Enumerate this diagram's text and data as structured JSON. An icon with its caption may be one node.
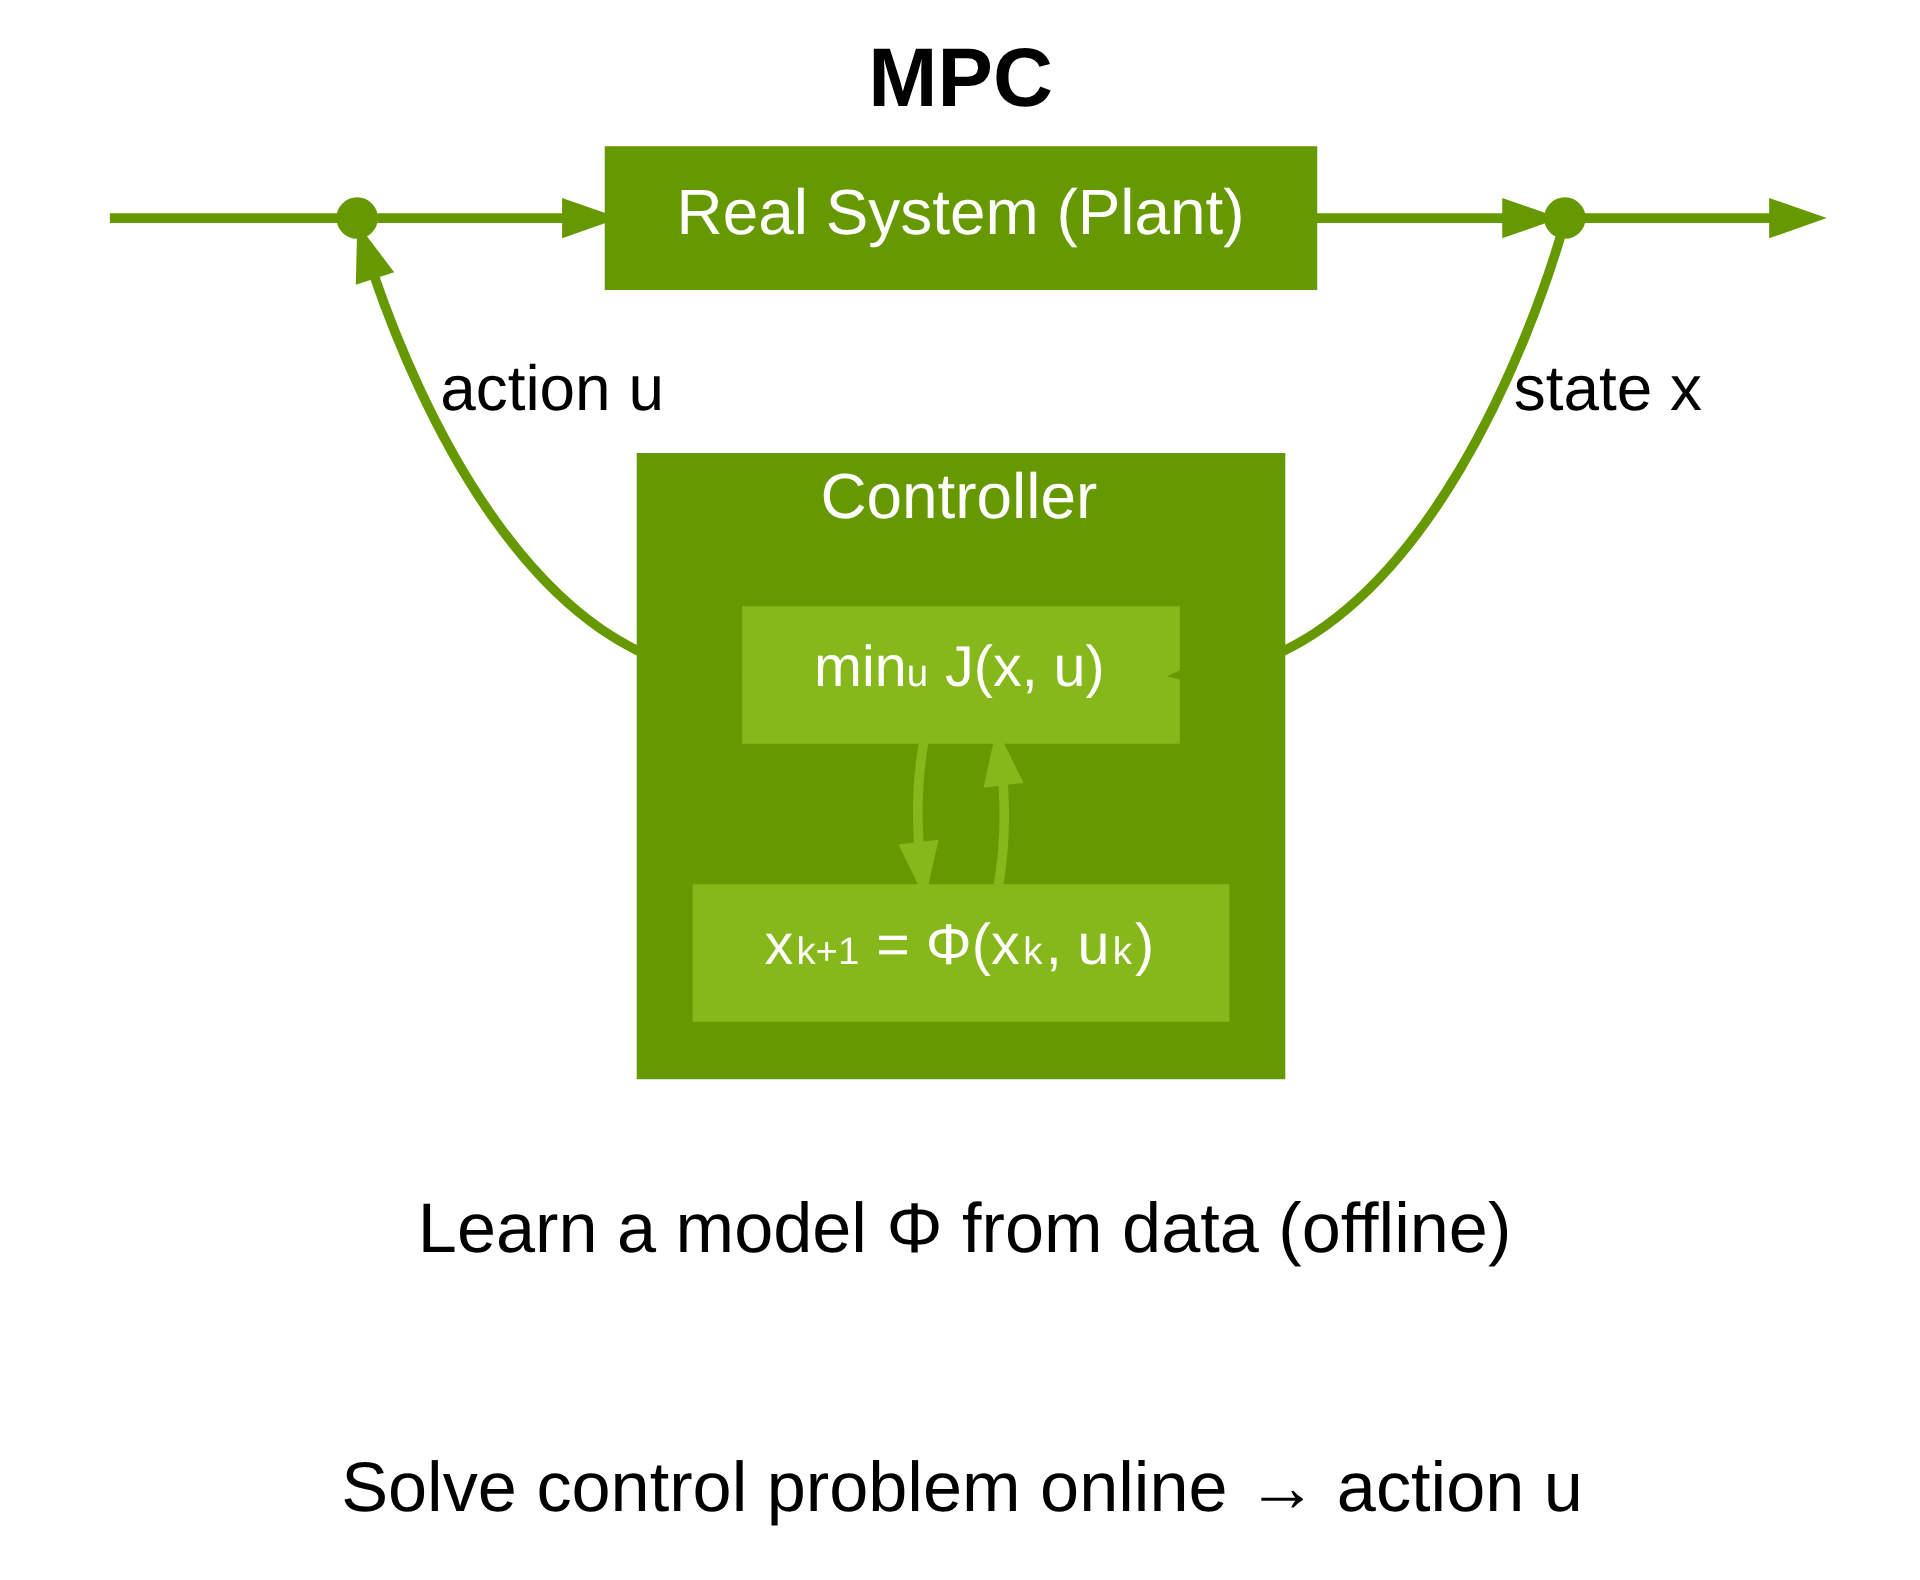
{
  "diagram": {
    "title": "MPC",
    "nodes": [
      {
        "text": [
          "Real System (Plant)"
        ]
      },
      {
        "text": [
          "Controller"
        ]
      },
      {
        "text": [
          "min$_{u}$ J(x, u)"
        ],
        "in": 1
      },
      {
        "text": [
          "x$_{k+1}$ = Φ(x$_{k}$, u$_{k}$)"
        ],
        "in": 1
      },
      {
        "text": [],
        "shape": "circle"
      },
      {
        "text": [],
        "shape": "circle"
      }
    ],
    "edges": [
      {
        "from": null,
        "to": 4,
        "arrow": "none"
      },
      {
        "from": 4,
        "to": 0,
        "arrow": "to"
      },
      {
        "from": 0,
        "to": 5,
        "arrow": "to"
      },
      {
        "from": 5,
        "to": null,
        "arrow": "to"
      },
      {
        "from": 5,
        "to": 2,
        "arrow": "to",
        "label": "state x"
      },
      {
        "from": 2,
        "to": 4,
        "arrow": "to",
        "label": "action u"
      },
      {
        "from": 2,
        "to": 3,
        "arrow": "to",
        "color": "#86b81c"
      },
      {
        "from": 3,
        "to": 2,
        "arrow": "to",
        "color": "#86b81c"
      }
    ],
    "labels": [
      "Learn a model Φ from data (offline)",
      "Solve control problem online → action u"
    ]
  }
}
